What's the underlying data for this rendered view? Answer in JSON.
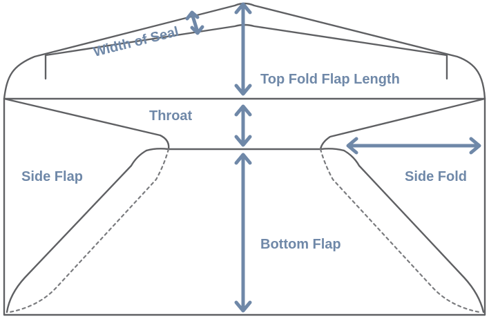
{
  "colors": {
    "accent": "#6f88a8",
    "outline": "#5f6063"
  },
  "labels": {
    "width_of_seal": "Width of Seal",
    "top_fold_flap_length": "Top Fold Flap Length",
    "throat": "Throat",
    "side_flap": "Side Flap",
    "side_fold": "Side Fold",
    "bottom_flap": "Bottom Flap"
  }
}
